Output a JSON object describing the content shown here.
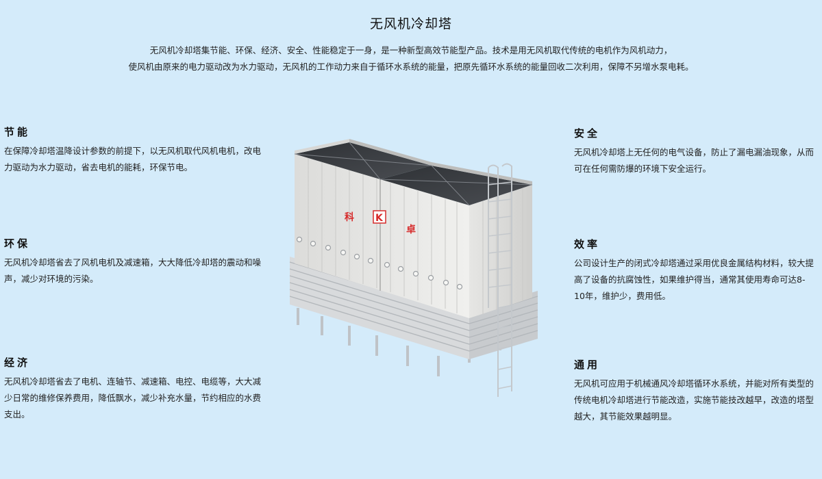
{
  "title": "无风机冷却塔",
  "intro": {
    "line1": "无风机冷却塔集节能、环保、经济、安全、性能稳定于一身，是一种新型高效节能型产品。技术是用无风机取代传统的电机作为风机动力，",
    "line2": "使风机由原来的电力驱动改为水力驱动，无风机的工作动力来自于循环水系统的能量，把原先循环水系统的能量回收二次利用，保障不另增水泵电耗。"
  },
  "features": {
    "saving": {
      "heading": "节能",
      "body": "在保障冷却塔温降设计参数的前提下，以无风机取代风机电机，改电力驱动为水力驱动，省去电机的能耗，环保节电。"
    },
    "environment": {
      "heading": "环保",
      "body": "无风机冷却塔省去了风机电机及减速箱，大大降低冷却塔的震动和噪声，减少对环境的污染。"
    },
    "economy": {
      "heading": "经济",
      "body": "无风机冷却塔省去了电机、连轴节、减速箱、电控、电缆等，大大减少日常的维修保养费用，降低飘水，减少补充水量，节约相应的水费支出。"
    },
    "safety": {
      "heading": "安全",
      "body": "无风机冷却塔上无任何的电气设备，防止了漏电漏油现象，从而可在任何需防爆的环境下安全运行。"
    },
    "efficiency": {
      "heading": "效率",
      "body": "公司设计生产的闭式冷却塔通过采用优良金属结构材料，较大提高了设备的抗腐蚀性，如果维护得当，通常其使用寿命可达8-10年，维护少，费用低。"
    },
    "general": {
      "heading": "通用",
      "body": "无风机可应用于机械通风冷却塔循环水系统，并能对所有类型的传统电机冷却塔进行节能改造，实施节能技改越早，改造的塔型越大，其节能效果越明显。"
    }
  },
  "tower": {
    "brand_left": "科",
    "brand_right": "卓",
    "logo_letter": "K",
    "brand_color": "#d62a2a"
  },
  "colors": {
    "background": "#d4ebfa",
    "panel": "#e9e9e7",
    "panel_shade": "#cfcfcd",
    "top": "#3a3d42"
  }
}
